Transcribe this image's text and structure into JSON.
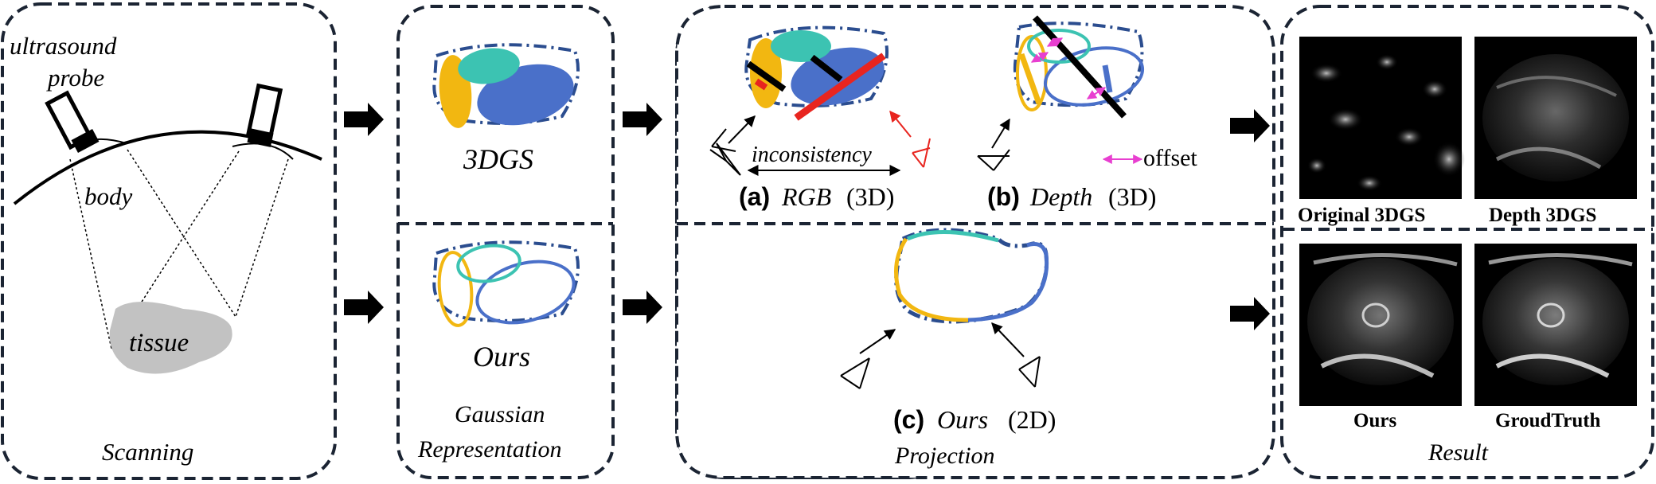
{
  "scanning": {
    "probe_label_line1": "ultrasound",
    "probe_label_line2": "probe",
    "body_label": "body",
    "tissue_label": "tissue",
    "panel_label": "Scanning"
  },
  "gaussian": {
    "top_label": "3DGS",
    "bottom_label": "Ours",
    "panel_label_line1": "Gaussian",
    "panel_label_line2": "Representation"
  },
  "projection": {
    "inconsistency_label": "inconsistency",
    "rgb_tag": "(a)",
    "rgb_name": "RGB",
    "rgb_dim": "(3D)",
    "depth_tag": "(b)",
    "depth_name": "Depth",
    "depth_dim": "(3D)",
    "offset_label": "offset",
    "ours_tag": "(c)",
    "ours_name": "Ours",
    "ours_dim": "(2D)",
    "panel_label": "Projection"
  },
  "result": {
    "images": [
      {
        "label": "Original 3DGS"
      },
      {
        "label": "Depth 3DGS"
      },
      {
        "label": "Ours"
      },
      {
        "label": "GroudTruth"
      }
    ],
    "panel_label": "Result"
  },
  "colors": {
    "yellow": "#f2b711",
    "teal": "#3cc3b2",
    "blue": "#4a70c9",
    "red": "#e8251f",
    "magenta": "#e83fd0",
    "tissue": "#c2c2c2",
    "border": "#1b2433"
  }
}
